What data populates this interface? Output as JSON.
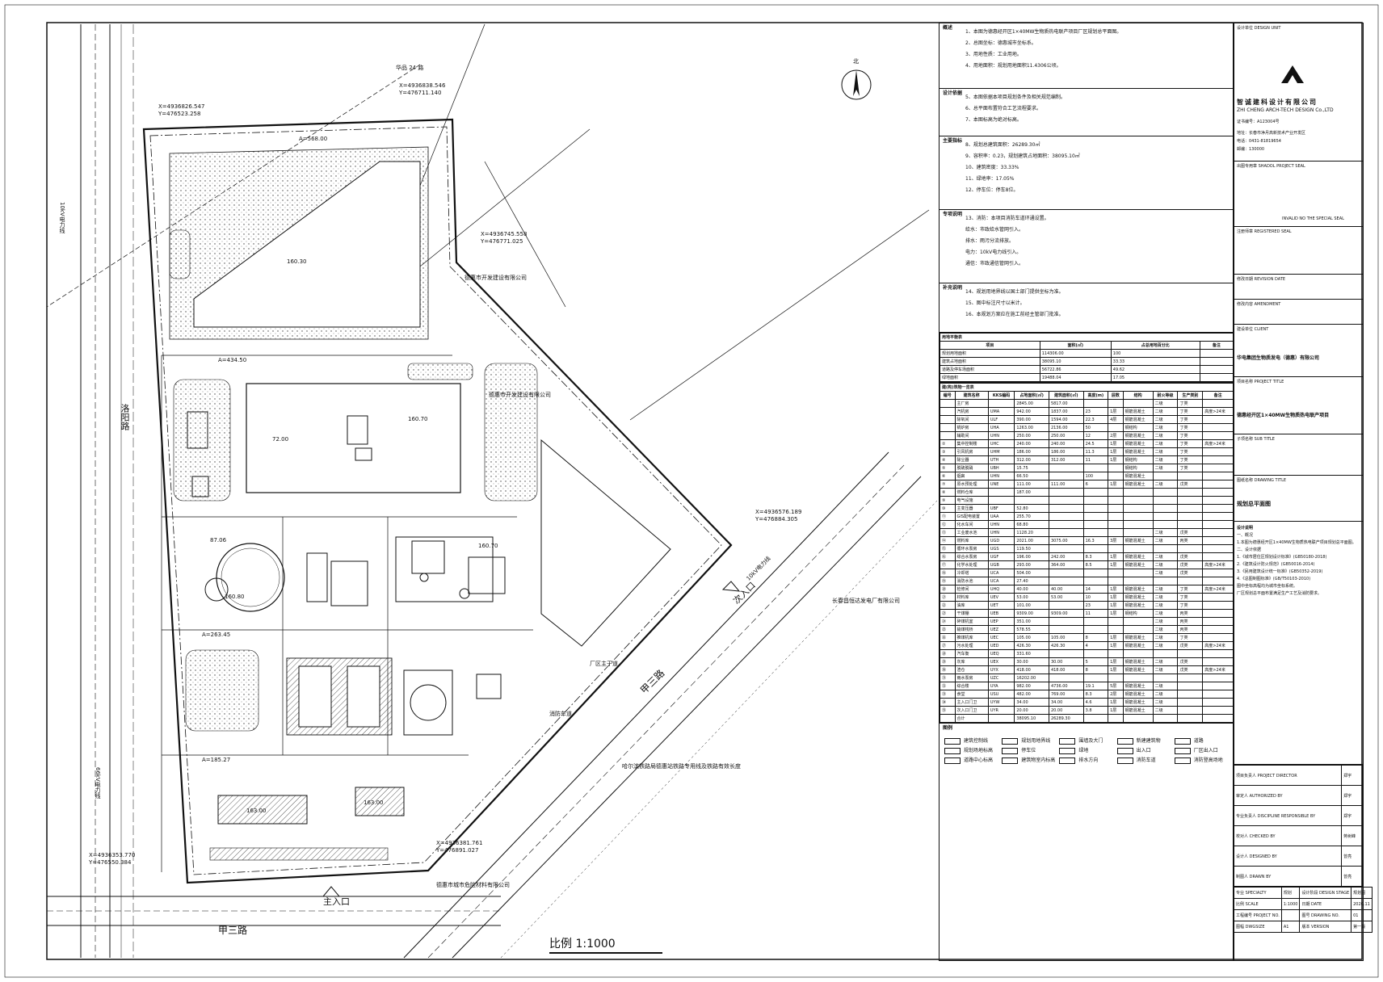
{
  "roads": {
    "west_road": "洛阳路",
    "south_road": "甲三路",
    "southeast_road": "甲三路",
    "north_road": "华品 24 路"
  },
  "gates": {
    "main_gate": "主入口",
    "secondary_gate": "次入口"
  },
  "compass": {
    "north_label": "北"
  },
  "scale": {
    "text": "比例 1:1000"
  },
  "site_labels": {
    "neighbor_north": "德惠市开发建设有限公司",
    "neighbor_mid": "德惠市开发建设有限公司",
    "neighbor_east": "长春昌恒达发电厂有限公司",
    "neighbor_south": "德惠市城市危险材料有限公司",
    "rail_note": "哈尔滨铁路局德惠站铁路专用线及铁路有效长度",
    "power_line_w": "10kV电力线",
    "power_line_w2": "66kV电力线",
    "power_line_e": "10kV电力线",
    "elev_coal": "160.30",
    "elev_boiler": "160.70",
    "elev_fuel": "160.70",
    "elev_tank": "160.80",
    "elev_office": "163.00",
    "elev_office2": "163.00",
    "dim_a": "A=568.00",
    "dim_b": "A=434.50",
    "dim_c": "A=263.45",
    "dim_d": "A=185.27",
    "dim_w": "87.06",
    "dim_h": "72.00",
    "coord_1": "X=4936826.547",
    "coord_2": "Y=476523.258",
    "coord_3": "X=4936838.546",
    "coord_4": "Y=476711.140",
    "coord_5": "X=4936745.558",
    "coord_6": "Y=476771.025",
    "coord_7": "X=4936576.189",
    "coord_8": "Y=476884.305",
    "coord_9": "X=4936353.770",
    "coord_10": "Y=476550.384",
    "coord_11": "X=4936381.761",
    "coord_12": "Y=476891.027",
    "fire_road": "消防车道",
    "main_road": "厂区主干道"
  },
  "notes": {
    "general": {
      "head": "概述",
      "lines": [
        "1、本图为德惠经开区1×40MW生物质热电联产项目厂区规划总平面图。",
        "2、总图坐标：德惠城市坐标系。",
        "3、用地性质：工业用地。",
        "4、用地面积：规划用地面积11.4306公顷。"
      ]
    },
    "basis": {
      "head": "设计依据",
      "lines": [
        "5、本图依据本项目规划条件及相关规范编制。",
        "6、总平面布置符合工艺流程要求。",
        "7、本图标高为绝对标高。"
      ]
    },
    "indicators": {
      "head": "主要指标",
      "lines": [
        "8、规划总建筑面积：26289.30㎡",
        "9、容积率：0.23，规划建筑占地面积：38095.10㎡",
        "10、建筑密度：33.33%",
        "11、绿地率：17.05%",
        "12、停车位：停车8位。"
      ]
    },
    "special": {
      "head": "专项说明",
      "lines": [
        "13、消防：本项目消防车道环通设置。",
        "给水：市政给水管网引入。",
        "排水：雨污分流排放。",
        "电力：10kV电力线引入。",
        "通信：市政通信管网引入。"
      ]
    },
    "other": {
      "head": "补充说明",
      "lines": [
        "14、规划用地界线以国土部门提供坐标为准。",
        "15、图中标注尺寸以米计。",
        "16、本规划方案应在施工前经主管部门批准。"
      ]
    }
  },
  "land_table": {
    "title": "用地平衡表",
    "headers": [
      "项目",
      "面积(㎡)",
      "占总用地百分比",
      "备注"
    ],
    "rows": [
      [
        "规划用地面积",
        "114306.00",
        "100",
        ""
      ],
      [
        "建筑占地面积",
        "38095.10",
        "33.33",
        ""
      ],
      [
        "道路及停车场面积",
        "56722.86",
        "49.62",
        ""
      ],
      [
        "绿地面积",
        "19488.04",
        "17.05",
        ""
      ]
    ]
  },
  "building_table": {
    "title": "建(构)筑物一览表",
    "headers": [
      "编号",
      "建筑名称",
      "KKS编码",
      "占地面积(㎡)",
      "建筑面积(㎡)",
      "高度(m)",
      "层数",
      "结构",
      "耐火等级",
      "生产类别",
      "备注"
    ],
    "rows": [
      [
        "",
        "主厂房",
        "",
        "2845.00",
        "5817.00",
        "",
        "",
        "",
        "二级",
        "丁类",
        ""
      ],
      [
        "",
        "汽机房",
        "UMA",
        "942.00",
        "1837.00",
        "23",
        "1层",
        "钢筋混凝土",
        "二级",
        "丁类",
        "高度>24米"
      ],
      [
        "",
        "除氧间",
        "ULF",
        "390.00",
        "1594.00",
        "22.3",
        "4层",
        "钢筋混凝土",
        "二级",
        "丁类",
        ""
      ],
      [
        "",
        "锅炉房",
        "UHA",
        "1263.00",
        "2136.00",
        "50",
        "",
        "钢结构",
        "二级",
        "丁类",
        ""
      ],
      [
        "",
        "辅助间",
        "UHN",
        "250.00",
        "250.00",
        "12",
        "2层",
        "钢筋混凝土",
        "二级",
        "丁类",
        ""
      ],
      [
        "②",
        "集中控制楼",
        "UHC",
        "240.00",
        "240.00",
        "24.5",
        "1层",
        "钢筋混凝土",
        "二级",
        "丁类",
        "高度>24米"
      ],
      [
        "③",
        "引风机房",
        "UHM",
        "186.00",
        "186.00",
        "11.3",
        "1层",
        "钢筋混凝土",
        "二级",
        "丁类",
        ""
      ],
      [
        "④",
        "除尘器",
        "UTH",
        "312.00",
        "312.00",
        "11",
        "1层",
        "钢结构",
        "二级",
        "丁类",
        ""
      ],
      [
        "⑤",
        "脱硫脱硝",
        "UBH",
        "15.75",
        "",
        "",
        "",
        "钢结构",
        "二级",
        "丁类",
        ""
      ],
      [
        "⑥",
        "烟囱",
        "UHN",
        "66.50",
        "",
        "100",
        "",
        "钢筋混凝土",
        "",
        "",
        ""
      ],
      [
        "⑦",
        "原水预处理",
        "UNE",
        "111.00",
        "111.00",
        "6",
        "1层",
        "钢筋混凝土",
        "二级",
        "戊类",
        ""
      ],
      [
        "⑧",
        "燃料仓库",
        "",
        "187.00",
        "",
        "",
        "",
        "",
        "",
        "",
        ""
      ],
      [
        "⑨",
        "电气设施",
        "",
        "",
        "",
        "",
        "",
        "",
        "",
        "",
        ""
      ],
      [
        "⑩",
        "主变压器",
        "UBF",
        "52.80",
        "",
        "",
        "",
        "",
        "",
        "",
        ""
      ],
      [
        "⑪",
        "GIS配电装置",
        "UAA",
        "255.70",
        "",
        "",
        "",
        "",
        "",
        "",
        ""
      ],
      [
        "⑫",
        "化水车间",
        "UHN",
        "68.80",
        "",
        "",
        "",
        "",
        "",
        "",
        ""
      ],
      [
        "⑬",
        "工业废水池",
        "UHN",
        "1128.20",
        "",
        "",
        "",
        "",
        "二级",
        "戊类",
        ""
      ],
      [
        "⑭",
        "燃料库",
        "UGD",
        "2021.00",
        "3075.00",
        "16.3",
        "3层",
        "钢筋混凝土",
        "二级",
        "丙类",
        ""
      ],
      [
        "⑮",
        "循环水泵房",
        "UGS",
        "119.50",
        "",
        "",
        "",
        "",
        "",
        "",
        ""
      ],
      [
        "⑯",
        "综合水泵房",
        "UGF",
        "196.00",
        "242.00",
        "8.3",
        "1层",
        "钢筋混凝土",
        "二级",
        "戊类",
        ""
      ],
      [
        "⑰",
        "化学水处理",
        "UGB",
        "293.00",
        "364.00",
        "8.5",
        "1层",
        "钢筋混凝土",
        "二级",
        "戊类",
        "高度>24米"
      ],
      [
        "⑱",
        "冷却塔",
        "UCA",
        "504.00",
        "",
        "",
        "",
        "",
        "二级",
        "戊类",
        ""
      ],
      [
        "⑲",
        "消防水池",
        "UCA",
        "27.40",
        "",
        "",
        "",
        "",
        "",
        "",
        ""
      ],
      [
        "⑳",
        "检修间",
        "UHQ",
        "40.00",
        "40.00",
        "14",
        "1层",
        "钢筋混凝土",
        "二级",
        "丁类",
        "高度>24米"
      ],
      [
        "㉑",
        "材料库",
        "UEV",
        "53.00",
        "53.00",
        "10",
        "1层",
        "钢筋混凝土",
        "二级",
        "丁类",
        ""
      ],
      [
        "㉒",
        "油库",
        "UET",
        "101.00",
        "",
        "23",
        "1层",
        "钢筋混凝土",
        "二级",
        "丁类",
        ""
      ],
      [
        "㉓",
        "干煤棚",
        "UEB",
        "9309.00",
        "9309.00",
        "11",
        "1层",
        "钢结构",
        "二级",
        "丙类",
        ""
      ],
      [
        "㉔",
        "碎煤机室",
        "UEP",
        "351.00",
        "",
        "",
        "",
        "",
        "二级",
        "丙类",
        ""
      ],
      [
        "㉕",
        "输煤栈桥",
        "UEZ",
        "578.55",
        "",
        "",
        "",
        "",
        "二级",
        "丙类",
        ""
      ],
      [
        "㉖",
        "推煤机库",
        "UEC",
        "105.00",
        "105.00",
        "8",
        "1层",
        "钢筋混凝土",
        "二级",
        "丁类",
        ""
      ],
      [
        "㉗",
        "污水处理",
        "UED",
        "426.30",
        "426.30",
        "4",
        "1层",
        "钢筋混凝土",
        "二级",
        "戊类",
        "高度>24米"
      ],
      [
        "㉘",
        "汽车衡",
        "UEQ",
        "331.60",
        "",
        "",
        "",
        "",
        "",
        "",
        ""
      ],
      [
        "㉙",
        "灰库",
        "UEX",
        "30.00",
        "30.00",
        "5",
        "1层",
        "钢筋混凝土",
        "二级",
        "戊类",
        ""
      ],
      [
        "㉚",
        "渣仓",
        "UYX",
        "418.00",
        "418.00",
        "8",
        "1层",
        "钢筋混凝土",
        "二级",
        "戊类",
        "高度>24米"
      ],
      [
        "㉛",
        "雨水泵房",
        "UZC",
        "16202.00",
        "",
        "",
        "",
        "",
        "",
        "",
        ""
      ],
      [
        "㉜",
        "综合楼",
        "UYA",
        "982.00",
        "4736.00",
        "19.1",
        "5层",
        "钢筋混凝土",
        "二级",
        "",
        ""
      ],
      [
        "㉝",
        "食堂",
        "USU",
        "482.00",
        "769.00",
        "8.3",
        "2层",
        "钢筋混凝土",
        "二级",
        "",
        ""
      ],
      [
        "㉞",
        "主入口门卫",
        "UYW",
        "34.00",
        "34.00",
        "4.6",
        "1层",
        "钢筋混凝土",
        "二级",
        "",
        ""
      ],
      [
        "㉟",
        "次入口门卫",
        "UYR",
        "20.00",
        "20.00",
        "3.8",
        "1层",
        "钢筋混凝土",
        "二级",
        "",
        ""
      ],
      [
        "",
        "合计",
        "",
        "38095.10",
        "26289.30",
        "",
        "",
        "",
        "",
        "",
        ""
      ]
    ]
  },
  "legend": {
    "title": "图例",
    "items": [
      "建筑控制线",
      "规划用地界线",
      "围墙及大门",
      "新建建筑物",
      "道路",
      "规划场地标高",
      "停车位",
      "绿地",
      "出入口",
      "厂区出入口",
      "道路中心标高",
      "建筑物室内标高",
      "排水方向",
      "消防车道",
      "消防登高场地"
    ]
  },
  "title_block": {
    "design_unit_label": "设计单位\nDESIGN UNIT",
    "company_cn": "智诚建科设计有限公司",
    "company_en": "ZHI CHENG ARCH-TECH DESIGN Co.,LTD",
    "cert": "证书编号：A123004号",
    "contact_1": "地址：长春市净月高新技术产业开发区",
    "contact_2": "电话：0431-81819654",
    "contact_3": "邮编：130000",
    "seal_label": "出图专用章\nSHADOL PROJECT SEAL",
    "seal_note": "INVALID NO THE SPECIAL SEAL",
    "reg_seal": "注册师章\nREGISTERED SEAL",
    "revision_date": "修改日期\nREVISION DATE",
    "amendment": "修改内容\nAMENDMENT",
    "client_label": "建设单位\nCLIENT",
    "client": "华电集团生物质发电（德惠）有限公司",
    "project_label": "项目名称\nPROJECT TITLE",
    "project": "德惠经开区1×40MW生物质热电联产项目",
    "subtitle_label": "子项名称\nSUB TITLE",
    "drawing_label": "图纸名称\nDRAWING TITLE",
    "drawing": "规划总平面图",
    "spec_title": "设计说明",
    "spec_lines": [
      "一、概况",
      "1.本图为德惠经开区1×40MW生物质热电联产项目规划总平面图。",
      "二、设计依据",
      "1.《城市居住区规划设计标准》(GB50180-2018)",
      "2.《建筑设计防火规范》(GB50016-2014)",
      "3.《民用建筑设计统一标准》(GB50352-2019)",
      "4.《总图制图标准》(GB/T50103-2010)",
      "图中坐标高程均为城市坐标系统。",
      "厂区规划总平面布置满足生产工艺及消防要求。"
    ],
    "sign_rows": [
      [
        "项目负责人\nPROJECT DIRECTOR",
        "郑宇"
      ],
      [
        "审定人\nAUTHORIZED BY",
        "郑宇"
      ],
      [
        "专业负责人\nDISCIPLINE RESPONSIBLE BY",
        "郑宇"
      ],
      [
        "校对人\nCHECKED BY",
        "蒋树峰"
      ],
      [
        "设计人\nDESIGNED BY",
        "曾亮"
      ],
      [
        "制图人\nDRAWN BY",
        "曾亮"
      ]
    ],
    "bottom": [
      [
        "专业\nSPECIALTY",
        "规划",
        "设计阶段\nDESIGN STAGE",
        "规划图"
      ],
      [
        "比例\nSCALE",
        "1:1000",
        "日期\nDATE",
        "2020.11"
      ],
      [
        "工程编号\nPROJECT NO.",
        "",
        "图号\nDRAWING NO.",
        "01"
      ],
      [
        "图幅\nDWGSIZE",
        "A1",
        "版本\nVERSION",
        "第一版"
      ]
    ]
  }
}
